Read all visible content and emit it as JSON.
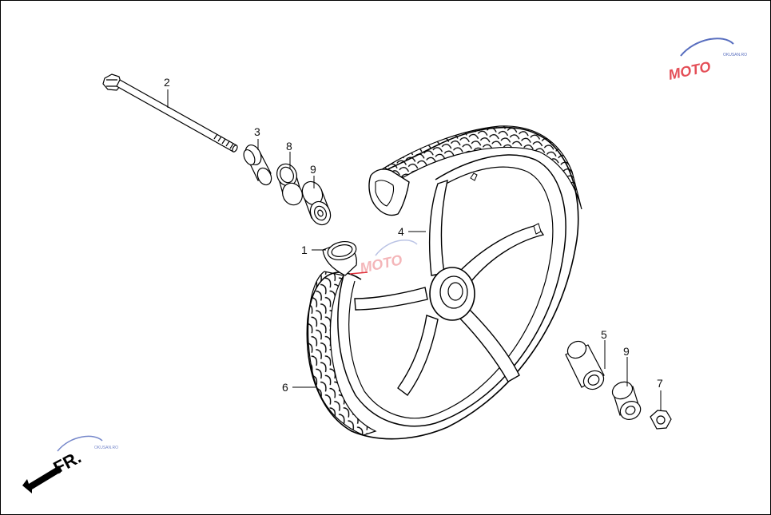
{
  "diagram": {
    "callouts": [
      {
        "id": "1",
        "text": "1"
      },
      {
        "id": "2",
        "text": "2"
      },
      {
        "id": "3",
        "text": "3"
      },
      {
        "id": "4",
        "text": "4"
      },
      {
        "id": "5",
        "text": "5"
      },
      {
        "id": "6",
        "text": "6"
      },
      {
        "id": "7",
        "text": "7"
      },
      {
        "id": "8",
        "text": "8"
      },
      {
        "id": "9a",
        "text": "9"
      },
      {
        "id": "9b",
        "text": "9"
      }
    ],
    "direction_label": "FR.",
    "watermark": {
      "text": "MOTO",
      "subtext": "OKUSAN.RO"
    }
  },
  "colors": {
    "line": "#000000",
    "watermark_red": "#e0303a",
    "watermark_blue": "#3c55b4"
  }
}
